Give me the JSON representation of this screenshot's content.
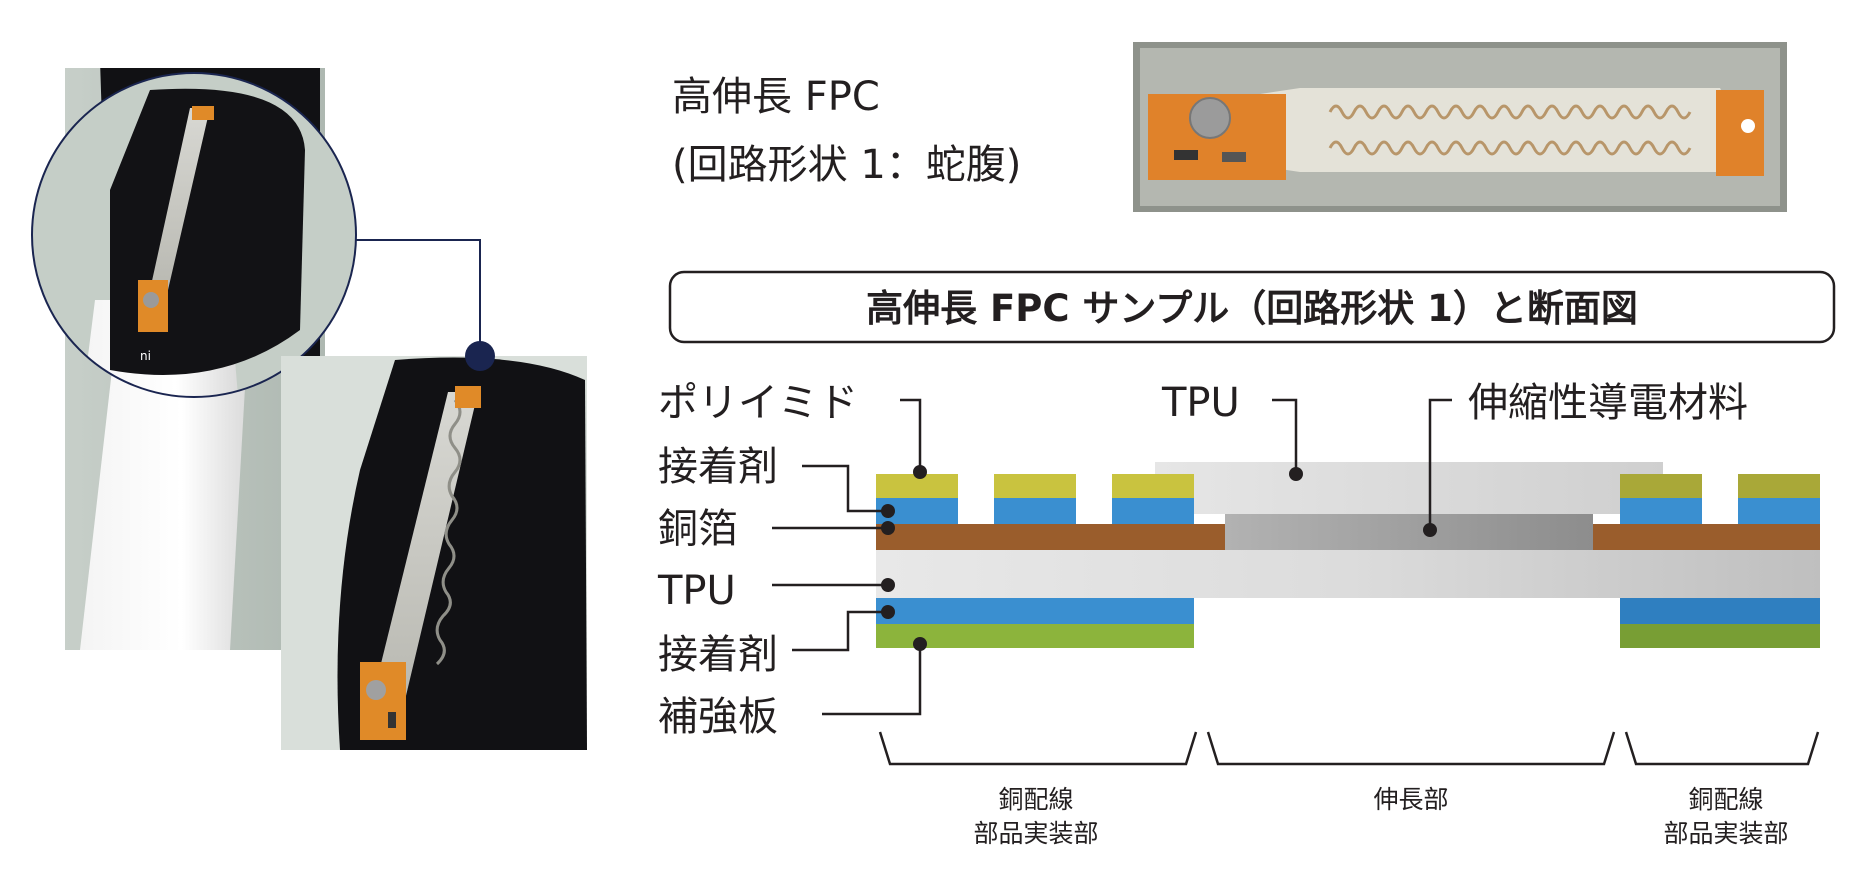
{
  "title_line1": "高伸長 FPC",
  "title_line2": "(回路形状 1：蛇腹)",
  "banner": "高伸長 FPC サンプル（回路形状 1）と断面図",
  "left_labels": [
    "ポリイミド",
    "接着剤",
    "銅箔",
    "TPU",
    "接着剤",
    "補強板"
  ],
  "top_labels": {
    "tpu": "TPU",
    "conductive": "伸縮性導電材料"
  },
  "sections": [
    {
      "line1": "銅配線",
      "line2": "部品実装部"
    },
    {
      "line1": "伸長部",
      "line2": ""
    },
    {
      "line1": "銅配線",
      "line2": "部品実装部"
    }
  ],
  "photo_marks": {
    "logo": "ni"
  },
  "colors": {
    "polyimide": "#c9c33f",
    "adhesive": "#3a8fd0",
    "copper": "#9a5d2c",
    "reinforcement": "#8cb43c",
    "tpu": "#e4e4e4",
    "conductive": "#a6a6a6",
    "navy": "#1a2550"
  }
}
